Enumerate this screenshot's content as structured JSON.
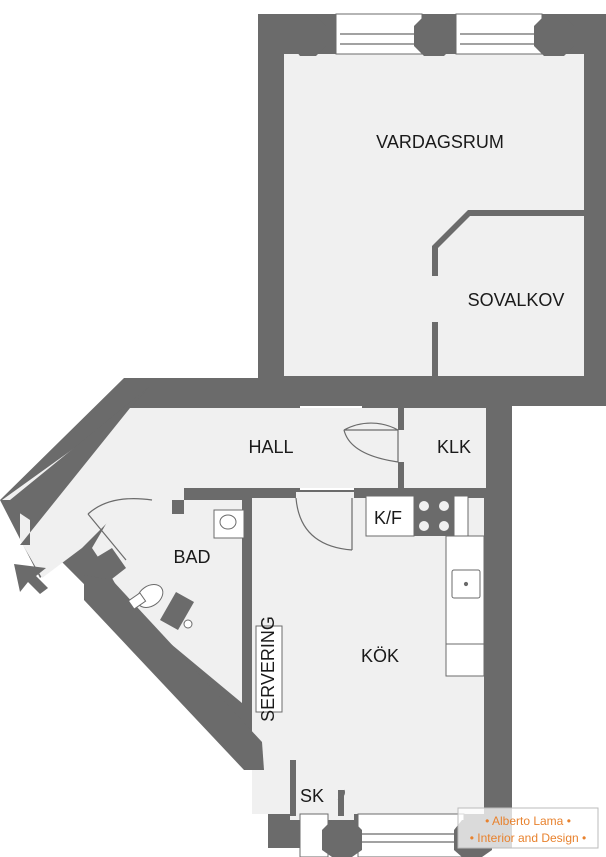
{
  "floorplan": {
    "rooms": {
      "vardagsrum": "VARDAGSRUM",
      "sovalkov": "SOVALKOV",
      "hall": "HALL",
      "klk": "KLK",
      "kf": "K/F",
      "bad": "BAD",
      "kok": "KÖK",
      "servering": "SERVERING",
      "sk": "SK"
    },
    "entrance_icon": "entrance-arrow-icon",
    "colors": {
      "wall": "#6b6b6b",
      "floor": "#f0f0f0",
      "watermark": "#e8822e"
    }
  },
  "watermark": {
    "line1": "• Alberto Lama •",
    "line2": "• Interior and Design •"
  }
}
